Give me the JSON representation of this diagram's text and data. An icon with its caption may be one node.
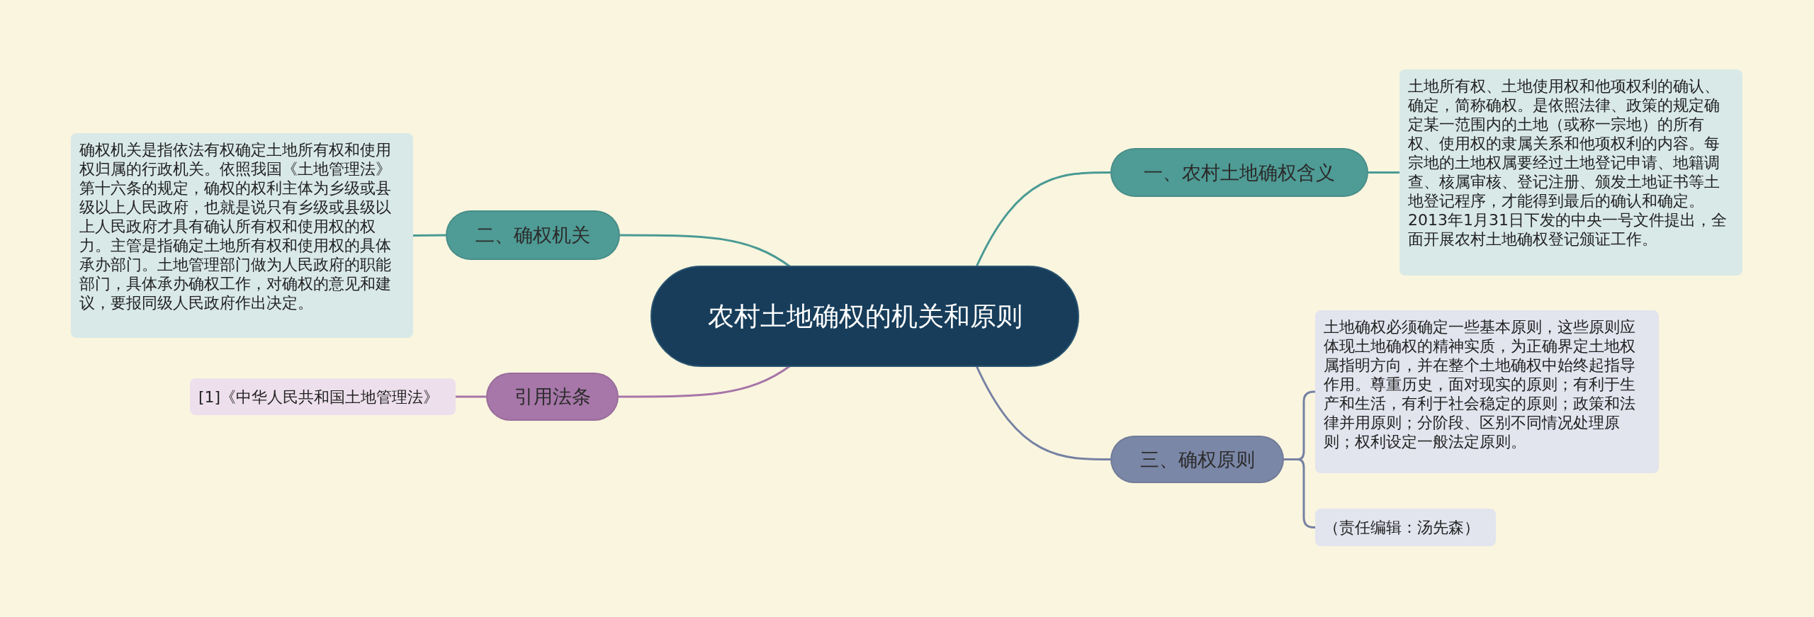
{
  "diagram": {
    "nodes": [
      {
        "text": [
          "农村土地确权的机关和原则"
        ]
      },
      {
        "text": [
          "一、农村土地确权含义"
        ]
      },
      {
        "text": [
          "土地所有权、土地使用权和他项权利的确认、确定，简称确权。是依照法律、政策的规定确定某一范围内的土地（或称一宗地）的所有权、使用权的隶属关系和他项权利的内容。每宗地的土地权属要经过土地登记申请、地籍调查、核属审核、登记注册、颁发土地证书等土地登记程序，才能得到最后的确认和确定。2013年1月31日下发的中央一号文件提出，全面开展农村土地确权登记颁证工作。"
        ]
      },
      {
        "text": [
          "二、确权机关"
        ]
      },
      {
        "text": [
          "确权机关是指依法有权确定土地所有权和使用权归属的行政机关。依照我国《土地管理法》第十六条的规定，确权的权利主体为乡级或县级以上人民政府，也就是说只有乡级或县级以上人民政府才具有确认所有权和使用权的权力。主管是指确定土地所有权和使用权的具体承办部门。土地管理部门做为人民政府的职能部门，具体承办确权工作，对确权的意见和建议，要报同级人民政府作出决定。"
        ]
      },
      {
        "text": [
          "三、确权原则"
        ]
      },
      {
        "text": [
          "土地确权必须确定一些基本原则，这些原则应体现土地确权的精神实质，为正确界定土地权属指明方向，并在整个土地确权中始终起指导作用。尊重历史，面对现实的原则；有利于生产和生活，有利于社会稳定的原则；政策和法律并用原则；分阶段、区别不同情况处理原则；权利设定一般法定原则。"
        ]
      },
      {
        "text": [
          "（责任编辑：汤先森）"
        ]
      },
      {
        "text": [
          "引用法条"
        ]
      },
      {
        "text": [
          "[1]《中华人民共和国土地管理法》"
        ]
      }
    ],
    "edges": [
      {
        "from": 0,
        "to": 1,
        "arrow": "none"
      },
      {
        "from": 1,
        "to": 2,
        "arrow": "none"
      },
      {
        "from": 0,
        "to": 3,
        "arrow": "none"
      },
      {
        "from": 3,
        "to": 4,
        "arrow": "none"
      },
      {
        "from": 0,
        "to": 5,
        "arrow": "none",
        "color": "#7681a3"
      },
      {
        "from": 5,
        "to": 6,
        "arrow": "none",
        "color": "#7681a3"
      },
      {
        "from": 5,
        "to": 7,
        "arrow": "none",
        "color": "#7681a3"
      },
      {
        "from": 0,
        "to": 8,
        "arrow": "none",
        "color": "#a676a8"
      },
      {
        "from": 8,
        "to": 9,
        "arrow": "none",
        "color": "#a676a8"
      }
    ]
  }
}
